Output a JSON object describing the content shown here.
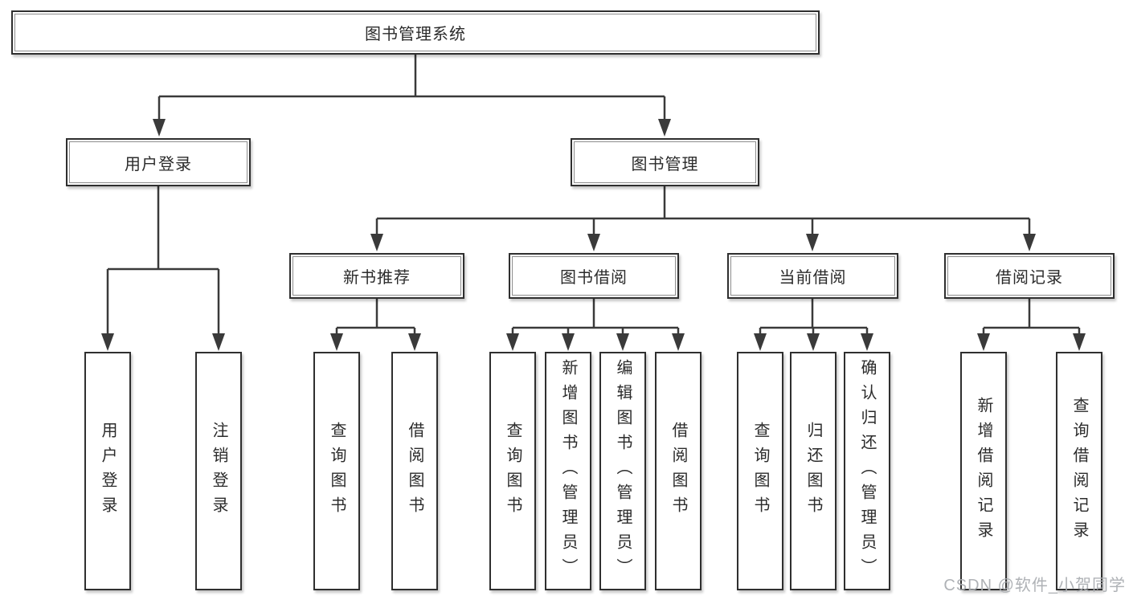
{
  "diagram": {
    "tree": {
      "label": "图书管理系统",
      "children": [
        {
          "label": "用户登录",
          "children": [
            {
              "label": "用户登录"
            },
            {
              "label": "注销登录"
            }
          ]
        },
        {
          "label": "图书管理",
          "children": [
            {
              "label": "新书推荐",
              "children": [
                {
                  "label": "查询图书"
                },
                {
                  "label": "借阅图书"
                }
              ]
            },
            {
              "label": "图书借阅",
              "children": [
                {
                  "label": "查询图书"
                },
                {
                  "label": "新增图书（管理员）"
                },
                {
                  "label": "编辑图书（管理员）"
                },
                {
                  "label": "借阅图书"
                }
              ]
            },
            {
              "label": "当前借阅",
              "children": [
                {
                  "label": "查询图书"
                },
                {
                  "label": "归还图书"
                },
                {
                  "label": "确认归还（管理员）"
                }
              ]
            },
            {
              "label": "借阅记录",
              "children": [
                {
                  "label": "新增借阅记录"
                },
                {
                  "label": "查询借阅记录"
                }
              ]
            }
          ]
        }
      ]
    },
    "watermark": "CSDN @软件_小贺同学",
    "colors": {
      "line": "#3a3a3a",
      "box_border": "#2f2f2f",
      "text": "#2b2b2b",
      "watermark": "#abaeb2",
      "background": "#ffffff"
    }
  }
}
